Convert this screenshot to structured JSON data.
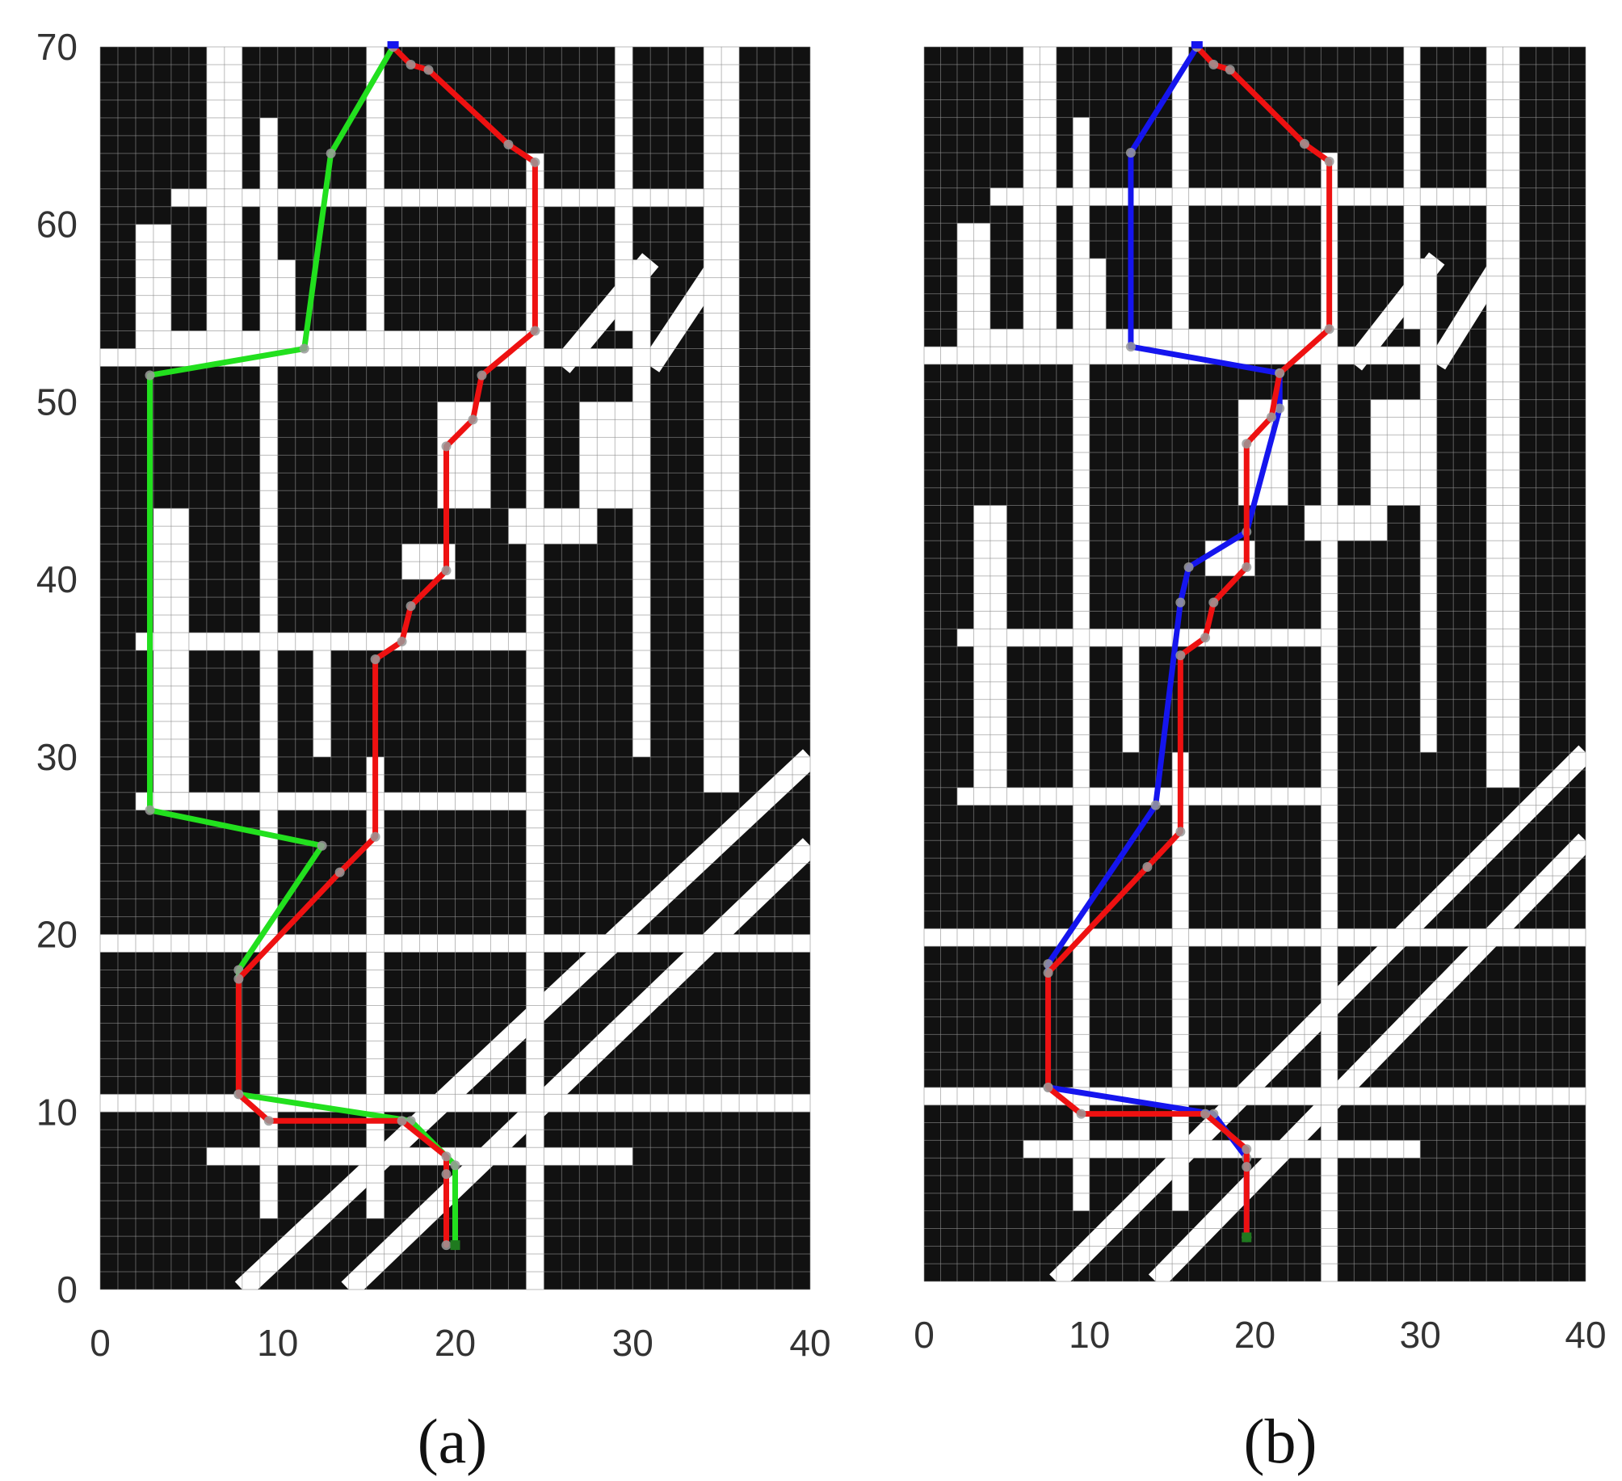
{
  "colors": {
    "background": "#ffffff",
    "obstacle": "#111111",
    "free": "#ffffff",
    "grid": "#8f8f8f",
    "path_green": "#22e01e",
    "path_red": "#ee1111",
    "path_blue": "#1515ee",
    "waypoint": "#9a9a9a"
  },
  "chart_data": [
    {
      "type": "scatter",
      "caption": "(a)",
      "xlim": [
        0,
        40
      ],
      "ylim": [
        0,
        70
      ],
      "xticks": [
        "0",
        "10",
        "20",
        "30",
        "40"
      ],
      "yticks": [
        "0",
        "10",
        "20",
        "30",
        "40",
        "50",
        "60",
        "70"
      ],
      "grid": true,
      "start": {
        "x": 20,
        "y": 2.5
      },
      "goal": {
        "x": 16.5,
        "y": 70
      },
      "series": [
        {
          "color": "#22e01e",
          "points": [
            [
              16.5,
              70
            ],
            [
              13,
              64
            ],
            [
              11.5,
              53
            ],
            [
              2.8,
              51.5
            ],
            [
              2.8,
              27
            ],
            [
              12.5,
              25
            ],
            [
              7.8,
              18
            ],
            [
              7.8,
              11
            ],
            [
              17.5,
              9.5
            ],
            [
              20,
              7
            ],
            [
              20,
              2.5
            ]
          ]
        },
        {
          "color": "#ee1111",
          "points": [
            [
              16.5,
              70
            ],
            [
              17.5,
              69
            ],
            [
              18.5,
              68.7
            ],
            [
              23,
              64.5
            ],
            [
              24.5,
              63.5
            ],
            [
              24.5,
              54
            ],
            [
              21.5,
              51.5
            ],
            [
              21,
              49
            ],
            [
              19.5,
              47.5
            ],
            [
              19.5,
              40.5
            ],
            [
              17.5,
              38.5
            ],
            [
              17,
              36.5
            ],
            [
              15.5,
              35.5
            ],
            [
              15.5,
              25.5
            ],
            [
              13.5,
              23.5
            ],
            [
              7.8,
              17.5
            ],
            [
              7.8,
              11
            ],
            [
              9.5,
              9.5
            ],
            [
              17,
              9.5
            ],
            [
              19.5,
              7.5
            ],
            [
              19.5,
              6.5
            ],
            [
              19.5,
              2.5
            ]
          ]
        }
      ]
    },
    {
      "type": "scatter",
      "caption": "(b)",
      "xlim": [
        0,
        40
      ],
      "ylim": [
        0,
        70
      ],
      "xticks": [
        "0",
        "10",
        "20",
        "30",
        "40"
      ],
      "yticks": [],
      "grid": true,
      "start": {
        "x": 19.5,
        "y": 2.5
      },
      "goal": {
        "x": 16.5,
        "y": 70
      },
      "series": [
        {
          "color": "#1515ee",
          "points": [
            [
              16.5,
              70
            ],
            [
              12.5,
              64
            ],
            [
              12.5,
              53
            ],
            [
              21.5,
              51.5
            ],
            [
              21.5,
              49.5
            ],
            [
              19.5,
              42.5
            ],
            [
              16,
              40.5
            ],
            [
              15.5,
              38.5
            ],
            [
              14,
              27
            ],
            [
              7.5,
              18
            ],
            [
              7.5,
              11
            ],
            [
              17.5,
              9.5
            ],
            [
              19.5,
              7
            ],
            [
              19.5,
              2.5
            ]
          ]
        },
        {
          "color": "#ee1111",
          "points": [
            [
              16.5,
              70
            ],
            [
              17.5,
              69
            ],
            [
              18.5,
              68.7
            ],
            [
              23,
              64.5
            ],
            [
              24.5,
              63.5
            ],
            [
              24.5,
              54
            ],
            [
              21.5,
              51.5
            ],
            [
              21,
              49
            ],
            [
              19.5,
              47.5
            ],
            [
              19.5,
              40.5
            ],
            [
              17.5,
              38.5
            ],
            [
              17,
              36.5
            ],
            [
              15.5,
              35.5
            ],
            [
              15.5,
              25.5
            ],
            [
              13.5,
              23.5
            ],
            [
              7.5,
              17.5
            ],
            [
              7.5,
              11
            ],
            [
              9.5,
              9.5
            ],
            [
              17,
              9.5
            ],
            [
              19.5,
              7.5
            ],
            [
              19.5,
              6.5
            ],
            [
              19.5,
              2.5
            ]
          ]
        }
      ]
    }
  ]
}
